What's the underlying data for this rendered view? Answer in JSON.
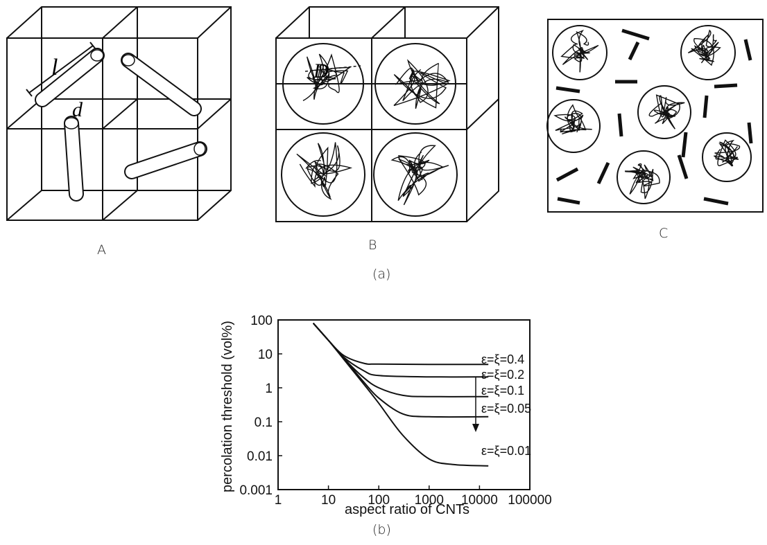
{
  "figure": {
    "captions": {
      "A": "A",
      "B": "B",
      "C": "C",
      "a": "(a)",
      "b": "(b)"
    },
    "panel_A": {
      "length_symbol": "l",
      "diameter_symbol": "d"
    },
    "panel_B": {
      "diameter_symbol": "D"
    }
  },
  "chart_data": {
    "type": "line",
    "title": "",
    "xlabel": "aspect ratio of CNTs",
    "ylabel": "percolation threshold (vol%)",
    "xscale": "log",
    "yscale": "log",
    "xlim": [
      1,
      100000
    ],
    "ylim": [
      0.001,
      100
    ],
    "x_ticks": [
      "1",
      "10",
      "100",
      "1000",
      "10000",
      "100000"
    ],
    "y_ticks": [
      "100",
      "10",
      "1",
      "0.1",
      "0.01",
      "0.001"
    ],
    "grid": false,
    "series": [
      {
        "name": "ε=ξ=0.4",
        "x": [
          5,
          10,
          20,
          50,
          100,
          1000,
          15000
        ],
        "y": [
          80,
          25,
          9,
          5.3,
          5,
          4.9,
          4.9
        ]
      },
      {
        "name": "ε=ξ=0.2",
        "x": [
          5,
          10,
          20,
          50,
          100,
          1000,
          15000
        ],
        "y": [
          80,
          25,
          8,
          3.2,
          2.3,
          2.1,
          2.1
        ]
      },
      {
        "name": "ε=ξ=0.1",
        "x": [
          5,
          10,
          20,
          50,
          100,
          300,
          1000,
          15000
        ],
        "y": [
          80,
          25,
          7.5,
          2,
          1,
          0.6,
          0.55,
          0.55
        ]
      },
      {
        "name": "ε=ξ=0.05",
        "x": [
          5,
          10,
          20,
          50,
          100,
          300,
          1000,
          15000
        ],
        "y": [
          80,
          25,
          7.5,
          1.5,
          0.5,
          0.17,
          0.14,
          0.14
        ]
      },
      {
        "name": "ε=ξ=0.01",
        "x": [
          5,
          10,
          20,
          50,
          100,
          300,
          1000,
          3000,
          15000
        ],
        "y": [
          80,
          25,
          7,
          1.3,
          0.35,
          0.04,
          0.008,
          0.0055,
          0.005
        ]
      }
    ]
  }
}
